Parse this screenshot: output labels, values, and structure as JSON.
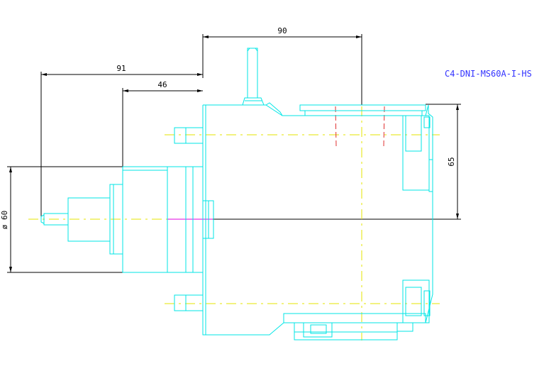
{
  "part_label": "C4-DNI-MS60A-I-HS",
  "dimensions": {
    "width_90": "90",
    "length_91": "91",
    "length_46": "46",
    "height_65": "65",
    "diameter_60": "ø 60"
  },
  "colors": {
    "outline": "#00e6e6",
    "dimension": "#000000",
    "centerline": "#e6e600",
    "hidden": "#e03030",
    "label": "#3333ff"
  }
}
